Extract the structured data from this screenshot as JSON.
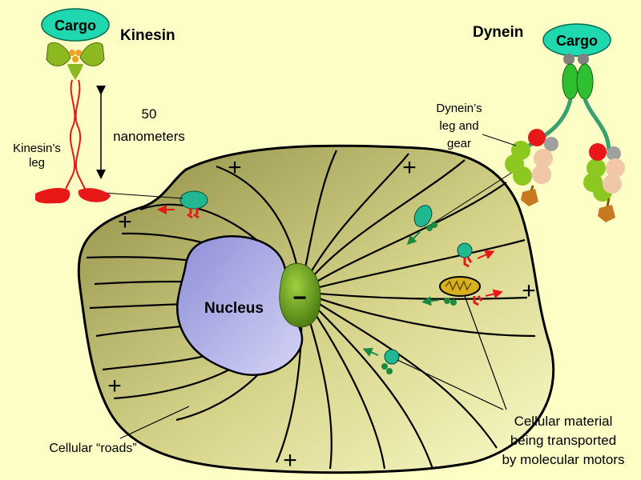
{
  "colors": {
    "background": "#fdfdc6",
    "cell_fill_dark": "#9c9a4e",
    "cell_fill_light": "#f2f0b4",
    "nucleus": "#a8a8e0",
    "cargo": "#20d8b0",
    "kinesin_leg": "#e81818",
    "motor_green": "#1a8a40",
    "dynein_green": "#2ec030",
    "centrosome": "#5a8a10"
  },
  "icons": {
    "minus_end": "minus-sign",
    "plus_end": "plus-sign"
  },
  "labels": {
    "kinesin_title": "Kinesin",
    "dynein_title": "Dynein",
    "kinesin_cargo": "Cargo",
    "dynein_cargo": "Cargo",
    "scale_value": "50",
    "scale_unit": "nanometers",
    "kinesin_leg_line1": "Kinesin’s",
    "kinesin_leg_line2": "leg",
    "dynein_leg_line1": "Dynein’s",
    "dynein_leg_line2": "leg and",
    "dynein_leg_line3": "gear",
    "nucleus": "Nucleus",
    "minus_sign": "−",
    "plus_sign": "+",
    "roads": "Cellular “roads”",
    "material_line1": "Cellular material",
    "material_line2": "being transported",
    "material_line3": "by molecular motors"
  }
}
